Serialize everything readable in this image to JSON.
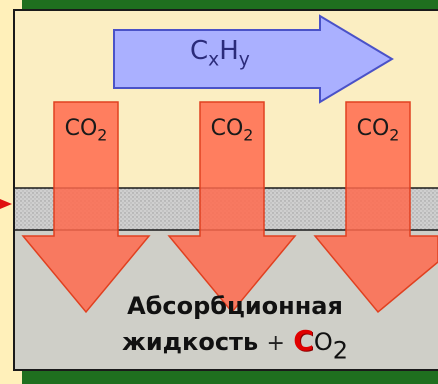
{
  "colors": {
    "border": "#1f6f1f",
    "gas_phase": "#fbeec2",
    "left_panel": "#fff0ba",
    "membrane": "#c9c9c9",
    "liquid": "#cfcfc8",
    "co2_arrow": "#ff6a4d",
    "hydrocarbon_arrow": "#aab0ff",
    "feed_arrow": "#e01010"
  },
  "hydrocarbon_flow": {
    "base": "C",
    "sub_x": "x",
    "mid": "H",
    "sub_y": "y"
  },
  "co2_arrows": [
    {
      "base": "CO",
      "sub": "2"
    },
    {
      "base": "CO",
      "sub": "2"
    },
    {
      "base": "CO",
      "sub": "2"
    }
  ],
  "liquid": {
    "line1": "Абсорбционная",
    "line2": "жидкость",
    "plus": "+",
    "c_highlight": "C",
    "o2_base": "O",
    "o2_sub": "2"
  }
}
